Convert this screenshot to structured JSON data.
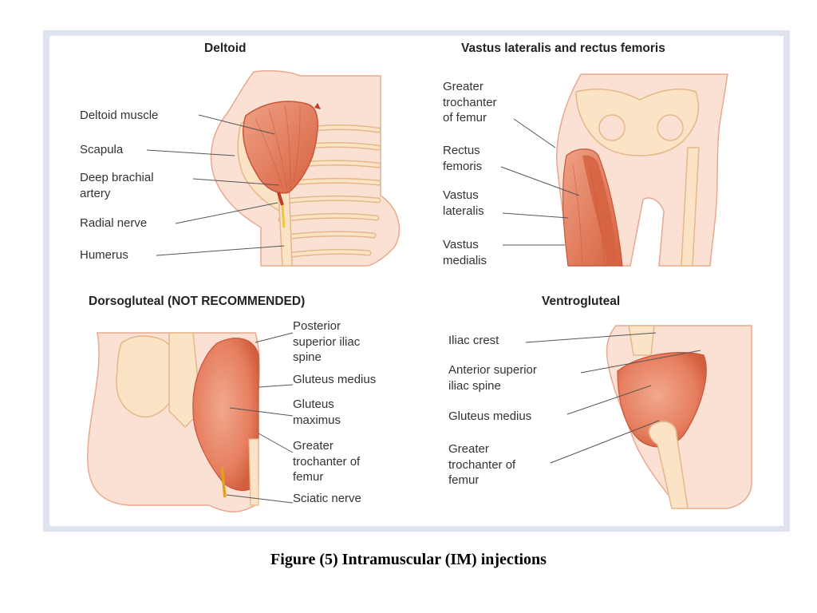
{
  "panels": {
    "deltoid": {
      "title": "Deltoid",
      "labels": {
        "deltoid_muscle": "Deltoid muscle",
        "scapula": "Scapula",
        "deep_brachial_artery": "Deep brachial\nartery",
        "radial_nerve": "Radial nerve",
        "humerus": "Humerus"
      }
    },
    "vastus": {
      "title": "Vastus lateralis and rectus femoris",
      "labels": {
        "greater_trochanter": "Greater\ntrochanter\nof femur",
        "rectus_femoris": "Rectus\nfemoris",
        "vastus_lateralis": "Vastus\nlateralis",
        "vastus_medialis": "Vastus\nmedialis"
      }
    },
    "dorsogluteal": {
      "title": "Dorsogluteal (NOT RECOMMENDED)",
      "labels": {
        "psis": "Posterior\nsuperior iliac\nspine",
        "gluteus_medius": "Gluteus medius",
        "gluteus_maximus": "Gluteus\nmaximus",
        "greater_trochanter": "Greater\ntrochanter of\nfemur",
        "sciatic_nerve": "Sciatic nerve"
      }
    },
    "ventrogluteal": {
      "title": "Ventrogluteal",
      "labels": {
        "iliac_crest": "Iliac crest",
        "asis": "Anterior superior\niliac spine",
        "gluteus_medius": "Gluteus medius",
        "greater_trochanter": "Greater\ntrochanter of\nfemur"
      }
    }
  },
  "caption": "Figure (5) Intramuscular (IM) injections",
  "colors": {
    "frame": "#dde4ef",
    "skin": "#fbe0d4",
    "skin_outline": "#e8a98e",
    "bone": "#fbe3c6",
    "bone_outline": "#e3b88a",
    "muscle": "#e8876a",
    "muscle_dark": "#d4603f",
    "leader_line": "#555555"
  }
}
